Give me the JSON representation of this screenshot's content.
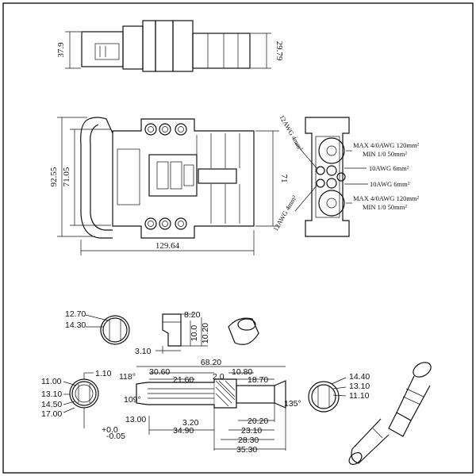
{
  "dimensions": {
    "top_height_left": "37.9",
    "top_height_right": "29.79",
    "mid_outer_height": "92.55",
    "mid_inner_height": "71.05",
    "mid_right_height": "71",
    "mid_width": "129.64",
    "ring_outer": "12.70",
    "ring_inner": "14.30",
    "clip_top": "8.20",
    "clip_h1": "10.0",
    "clip_h2": "10.20",
    "clip_bottom": "3.10",
    "pin_1_10": "1.10",
    "pin_11": "11.00",
    "pin_13_10": "13.10",
    "pin_14_50": "14.50",
    "pin_17": "17.00",
    "pin_tol_plus": "+0.0",
    "pin_tol_minus": "-0.05",
    "pin_118": "118°",
    "pin_68_20": "68.20",
    "pin_30_60": "30.60",
    "pin_21_60": "21.60",
    "pin_2_0": "2.0",
    "pin_10_80": "10.80",
    "pin_18_70": "18.70",
    "pin_109": "109°",
    "pin_135": "135°",
    "pin_13_00": "13.00",
    "pin_3_20": "3.20",
    "pin_34_90": "34.90",
    "pin_20_20": "20.20",
    "pin_23_10": "23.10",
    "pin_28_30": "28.30",
    "pin_35_30": "35.30",
    "end_14_40": "14.40",
    "end_13_10": "13.10",
    "end_11_10": "11.10"
  },
  "callouts": {
    "awg12_top": "12AWG 4mm²",
    "awg12_bottom": "12AWG 4mm²",
    "max_top_1": "MAX 4/0AWG 120mm²",
    "max_top_2": "MIN 1/0  50mm²",
    "awg10_a": "10AWG 6mm²",
    "awg10_b": "10AWG 6mm²",
    "max_bot_1": "MAX 4/0AWG 120mm²",
    "max_bot_2": "MIN 1/0  50mm²"
  }
}
